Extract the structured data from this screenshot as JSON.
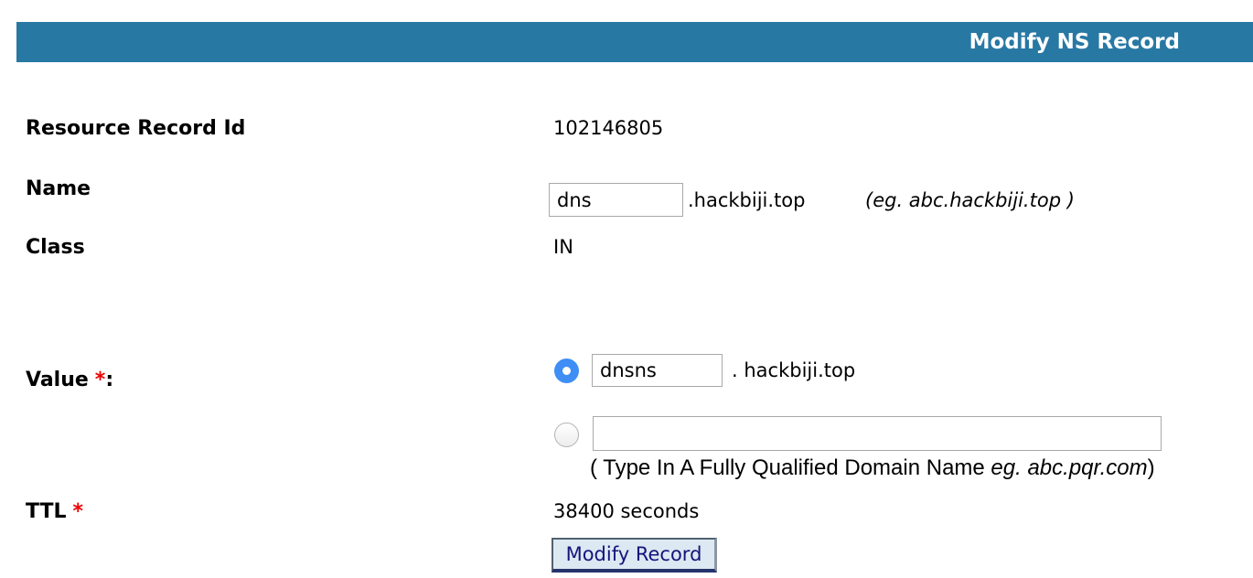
{
  "header": {
    "title": "Modify NS Record",
    "bar_color": "#2878a4"
  },
  "form": {
    "resource_record_id": {
      "label": "Resource Record Id",
      "value": "102146805"
    },
    "name": {
      "label": "Name",
      "input_value": "dns",
      "suffix": ".hackbiji.top",
      "hint": "(eg. abc.hackbiji.top )"
    },
    "record_class": {
      "label": "Class",
      "value": "IN"
    },
    "value": {
      "label": "Value",
      "required_marker": "*",
      "colon": ":",
      "option_hostname": {
        "selected": true,
        "input_value": "dnsns",
        "suffix": ". hackbiji.top"
      },
      "option_fqdn": {
        "selected": false,
        "input_value": "",
        "caption_regular": "( Type In A Fully Qualified Domain Name ",
        "caption_italic": "eg. abc.pqr.com",
        "caption_close": ")"
      }
    },
    "ttl": {
      "label": "TTL",
      "required_marker": "*",
      "value": "38400 seconds"
    },
    "submit_label": "Modify Record"
  },
  "colors": {
    "header_bar": "#2878a4",
    "selected_radio": "#3e8ef6",
    "required_red": "#ee0000",
    "button_bg": "#dce8f2",
    "button_text": "#14147a"
  }
}
